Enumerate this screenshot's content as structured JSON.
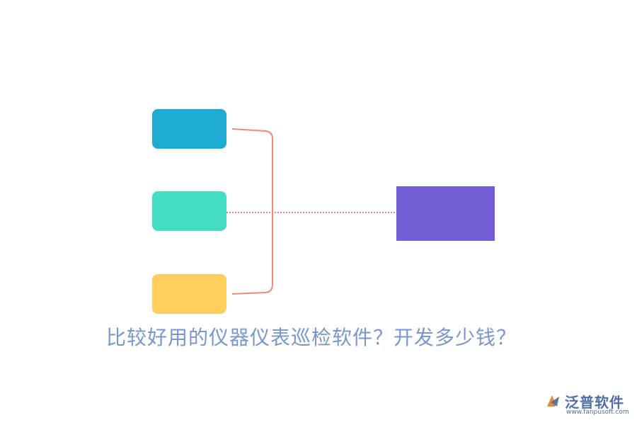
{
  "diagram": {
    "nodes": [
      {
        "id": "top",
        "label": "",
        "color": "#1eabd1"
      },
      {
        "id": "mid",
        "label": "",
        "color": "#43ddc1"
      },
      {
        "id": "bot",
        "label": "",
        "color": "#ffcf5d"
      }
    ],
    "target": {
      "label": "",
      "color": "#745cd7"
    },
    "connector_color": "#ee8b76"
  },
  "caption": {
    "text": "比较好用的仪器仪表巡检软件？开发多少钱？",
    "color": "#7896cf"
  },
  "logo": {
    "name": "泛普软件",
    "url": "www.fanpusoft.com",
    "icon": "fanpu-logo-icon",
    "color": "#4f6fa5"
  }
}
